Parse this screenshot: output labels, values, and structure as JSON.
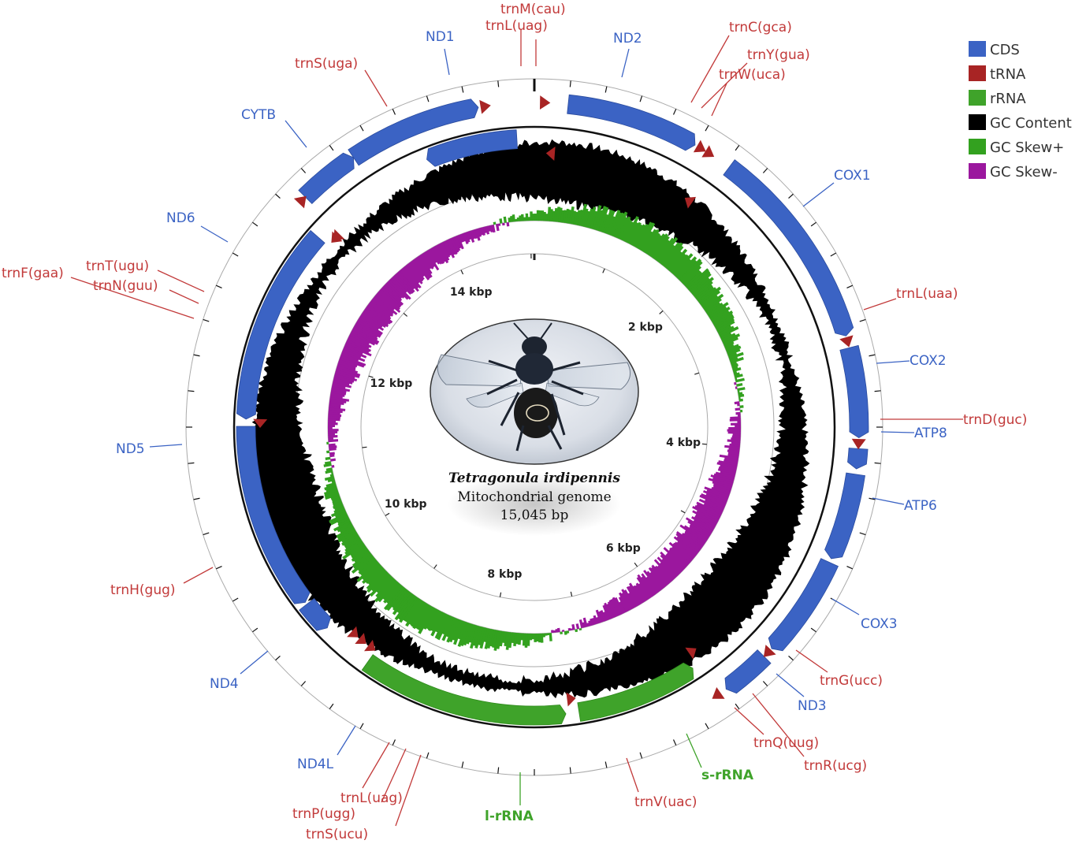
{
  "genome": {
    "species": "Tetragonula irdipennis",
    "type": "Mitochondrial genome",
    "length_label": "15,045 bp",
    "length_bp": 15045
  },
  "colors": {
    "CDS": "#3b63c4",
    "tRNA": "#a82424",
    "rRNA": "#3fa32a",
    "GC_content": "#000000",
    "GC_skew_plus": "#33a11f",
    "GC_skew_minus": "#9b179e",
    "label_cds": "#3b63c4",
    "label_trna": "#c23a3a",
    "label_rrna": "#3fa32a"
  },
  "legend": [
    {
      "label": "CDS",
      "color": "#3b63c4"
    },
    {
      "label": "tRNA",
      "color": "#a82424"
    },
    {
      "label": "rRNA",
      "color": "#3fa32a"
    },
    {
      "label": "GC Content",
      "color": "#000000"
    },
    {
      "label": "GC Skew+",
      "color": "#33a11f"
    },
    {
      "label": "GC Skew-",
      "color": "#9b179e"
    }
  ],
  "scale_labels": [
    "2 kbp",
    "4 kbp",
    "6 kbp",
    "8 kbp",
    "10 kbp",
    "12 kbp",
    "14 kbp"
  ],
  "features": [
    {
      "name": "ND2",
      "kind": "CDS",
      "strand": "+",
      "start": 250,
      "end": 1240
    },
    {
      "name": "COX1",
      "kind": "CDS",
      "strand": "+",
      "start": 1540,
      "end": 3080
    },
    {
      "name": "COX2",
      "kind": "CDS",
      "strand": "+",
      "start": 3170,
      "end": 3840
    },
    {
      "name": "ATP8",
      "kind": "CDS",
      "strand": "+",
      "start": 3920,
      "end": 4070
    },
    {
      "name": "ATP6",
      "kind": "CDS",
      "strand": "+",
      "start": 4110,
      "end": 4760
    },
    {
      "name": "COX3",
      "kind": "CDS",
      "strand": "+",
      "start": 4790,
      "end": 5560
    },
    {
      "name": "ND3",
      "kind": "CDS",
      "strand": "+",
      "start": 5640,
      "end": 6010
    },
    {
      "name": "ND5",
      "kind": "CDS",
      "strand": "-",
      "start": 11350,
      "end": 13010
    },
    {
      "name": "ND4",
      "kind": "CDS",
      "strand": "-",
      "start": 9720,
      "end": 11290
    },
    {
      "name": "ND4L",
      "kind": "CDS",
      "strand": "-",
      "start": 9440,
      "end": 9700
    },
    {
      "name": "ND6",
      "kind": "CDS",
      "strand": "+",
      "start": 13170,
      "end": 13630
    },
    {
      "name": "CYTB",
      "kind": "CDS",
      "strand": "+",
      "start": 13630,
      "end": 14630
    },
    {
      "name": "ND1",
      "kind": "CDS",
      "strand": "-",
      "start": 14130,
      "end": 14900
    },
    {
      "name": "s-rRNA",
      "kind": "rRNA",
      "strand": "-",
      "start": 6130,
      "end": 7150
    },
    {
      "name": "l-rRNA",
      "kind": "rRNA",
      "strand": "-",
      "start": 7260,
      "end": 9000
    },
    {
      "name": "trnM(cau)",
      "kind": "tRNA",
      "strand": "+",
      "start": 40,
      "end": 110
    },
    {
      "name": "trnL(uag)",
      "kind": "tRNA",
      "strand": "-",
      "start": 110,
      "end": 180
    },
    {
      "name": "trnC(gca)",
      "kind": "tRNA",
      "strand": "+",
      "start": 1260,
      "end": 1320
    },
    {
      "name": "trnY(gua)",
      "kind": "tRNA",
      "strand": "+",
      "start": 1330,
      "end": 1395
    },
    {
      "name": "trnW(uca)",
      "kind": "tRNA",
      "strand": "-",
      "start": 1400,
      "end": 1465
    },
    {
      "name": "trnL(uaa)",
      "kind": "tRNA",
      "strand": "+",
      "start": 3085,
      "end": 3160
    },
    {
      "name": "trnD(guc)",
      "kind": "tRNA",
      "strand": "+",
      "start": 3850,
      "end": 3915
    },
    {
      "name": "trnG(ucc)",
      "kind": "tRNA",
      "strand": "+",
      "start": 5570,
      "end": 5635
    },
    {
      "name": "trnQ(uug)",
      "kind": "tRNA",
      "strand": "-",
      "start": 6020,
      "end": 6085
    },
    {
      "name": "trnR(ucg)",
      "kind": "tRNA",
      "strand": "+",
      "start": 6060,
      "end": 6125
    },
    {
      "name": "trnV(uac)",
      "kind": "tRNA",
      "strand": "-",
      "start": 7165,
      "end": 7240
    },
    {
      "name": "trnL(uag)",
      "kind": "tRNA",
      "strand": "-",
      "start": 9010,
      "end": 9080
    },
    {
      "name": "trnP(ugg)",
      "kind": "tRNA",
      "strand": "-",
      "start": 9110,
      "end": 9180
    },
    {
      "name": "trnS(ucu)",
      "kind": "tRNA",
      "strand": "-",
      "start": 9200,
      "end": 9270
    },
    {
      "name": "trnH(gug)",
      "kind": "tRNA",
      "strand": "-",
      "start": 11295,
      "end": 11345
    },
    {
      "name": "trnF(gaa)",
      "kind": "tRNA",
      "strand": "-",
      "start": 13060,
      "end": 13125
    },
    {
      "name": "trnN(guu)",
      "kind": "tRNA",
      "strand": "-",
      "start": 13090,
      "end": 13150
    },
    {
      "name": "trnT(ugu)",
      "kind": "tRNA",
      "strand": "+",
      "start": 13110,
      "end": 13165
    },
    {
      "name": "trnS(uga)",
      "kind": "tRNA",
      "strand": "+",
      "start": 14640,
      "end": 14720
    }
  ],
  "labels": [
    {
      "text": "trnM(cau)",
      "kind": "tRNA"
    },
    {
      "text": "trnL(uag)",
      "kind": "tRNA"
    },
    {
      "text": "ND1",
      "kind": "CDS"
    },
    {
      "text": "ND2",
      "kind": "CDS"
    },
    {
      "text": "trnC(gca)",
      "kind": "tRNA"
    },
    {
      "text": "trnY(gua)",
      "kind": "tRNA"
    },
    {
      "text": "trnW(uca)",
      "kind": "tRNA"
    },
    {
      "text": "trnS(uga)",
      "kind": "tRNA"
    },
    {
      "text": "CYTB",
      "kind": "CDS"
    },
    {
      "text": "COX1",
      "kind": "CDS"
    },
    {
      "text": "ND6",
      "kind": "CDS"
    },
    {
      "text": "trnF(gaa)",
      "kind": "tRNA"
    },
    {
      "text": "trnT(ugu)",
      "kind": "tRNA"
    },
    {
      "text": "trnN(guu)",
      "kind": "tRNA"
    },
    {
      "text": "trnL(uaa)",
      "kind": "tRNA"
    },
    {
      "text": "COX2",
      "kind": "CDS"
    },
    {
      "text": "trnD(guc)",
      "kind": "tRNA"
    },
    {
      "text": "ATP8",
      "kind": "CDS"
    },
    {
      "text": "ND5",
      "kind": "CDS"
    },
    {
      "text": "ATP6",
      "kind": "CDS"
    },
    {
      "text": "trnH(gug)",
      "kind": "tRNA"
    },
    {
      "text": "COX3",
      "kind": "CDS"
    },
    {
      "text": "trnG(ucc)",
      "kind": "tRNA"
    },
    {
      "text": "ND4",
      "kind": "CDS"
    },
    {
      "text": "ND3",
      "kind": "CDS"
    },
    {
      "text": "trnQ(uug)",
      "kind": "tRNA"
    },
    {
      "text": "trnR(ucg)",
      "kind": "tRNA"
    },
    {
      "text": "s-rRNA",
      "kind": "rRNA"
    },
    {
      "text": "ND4L",
      "kind": "CDS"
    },
    {
      "text": "trnV(uac)",
      "kind": "tRNA"
    },
    {
      "text": "l-rRNA",
      "kind": "rRNA"
    },
    {
      "text": "trnL(uag)",
      "kind": "tRNA"
    },
    {
      "text": "trnP(ugg)",
      "kind": "tRNA"
    },
    {
      "text": "trnS(ucu)",
      "kind": "tRNA"
    }
  ]
}
